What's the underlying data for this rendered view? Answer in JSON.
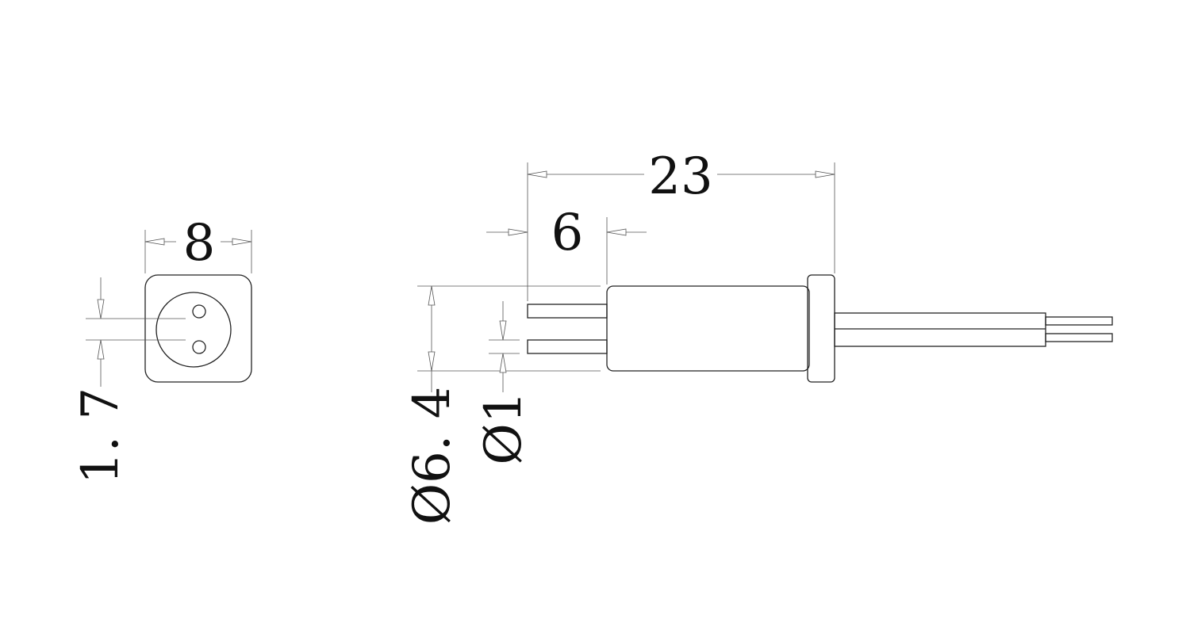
{
  "drawing": {
    "dimensions": {
      "front_width": "8",
      "front_pin_pitch": "1. 7",
      "side_total_length": "23",
      "side_pin_length": "6",
      "side_body_diameter": "Ø6. 4",
      "side_pin_diameter": "Ø1"
    },
    "colors": {
      "line": "#222222",
      "dimension_line": "#555555",
      "text": "#111111",
      "background": "#ffffff"
    }
  }
}
